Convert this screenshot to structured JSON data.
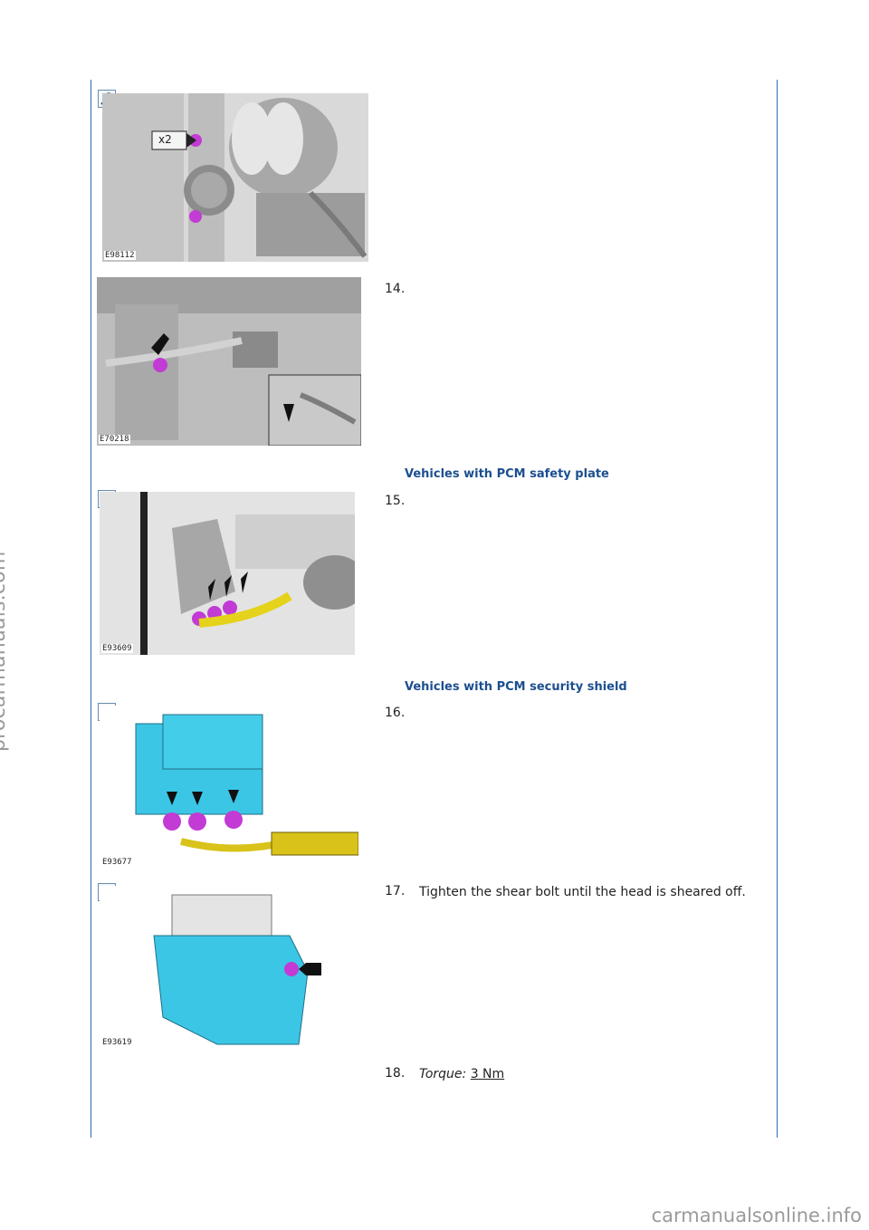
{
  "watermarks": {
    "side": "procarmanuals.com",
    "bottom": "carmanualsonline.info"
  },
  "figures": [
    {
      "code": "E98112",
      "callout": "x2"
    },
    {
      "code": "E70218"
    },
    {
      "code": "E93609"
    },
    {
      "code": "E93677"
    },
    {
      "code": "E93619"
    }
  ],
  "sections": {
    "safety_plate": "Vehicles with PCM safety plate",
    "security_shield": "Vehicles with PCM security shield"
  },
  "steps": [
    {
      "num": "14.",
      "text": ""
    },
    {
      "num": "15.",
      "text": ""
    },
    {
      "num": "16.",
      "text": ""
    },
    {
      "num": "17.",
      "text": "Tighten the shear bolt until the head is sheared off."
    },
    {
      "num": "18.",
      "torque_label": "Torque:",
      "torque_value": "3 Nm"
    }
  ],
  "colors": {
    "rule": "#2a6fb5",
    "heading": "#1c4f8f",
    "highlight": "#c23bd4",
    "module": "#3cc6e6",
    "harness": "#d9c21a"
  }
}
